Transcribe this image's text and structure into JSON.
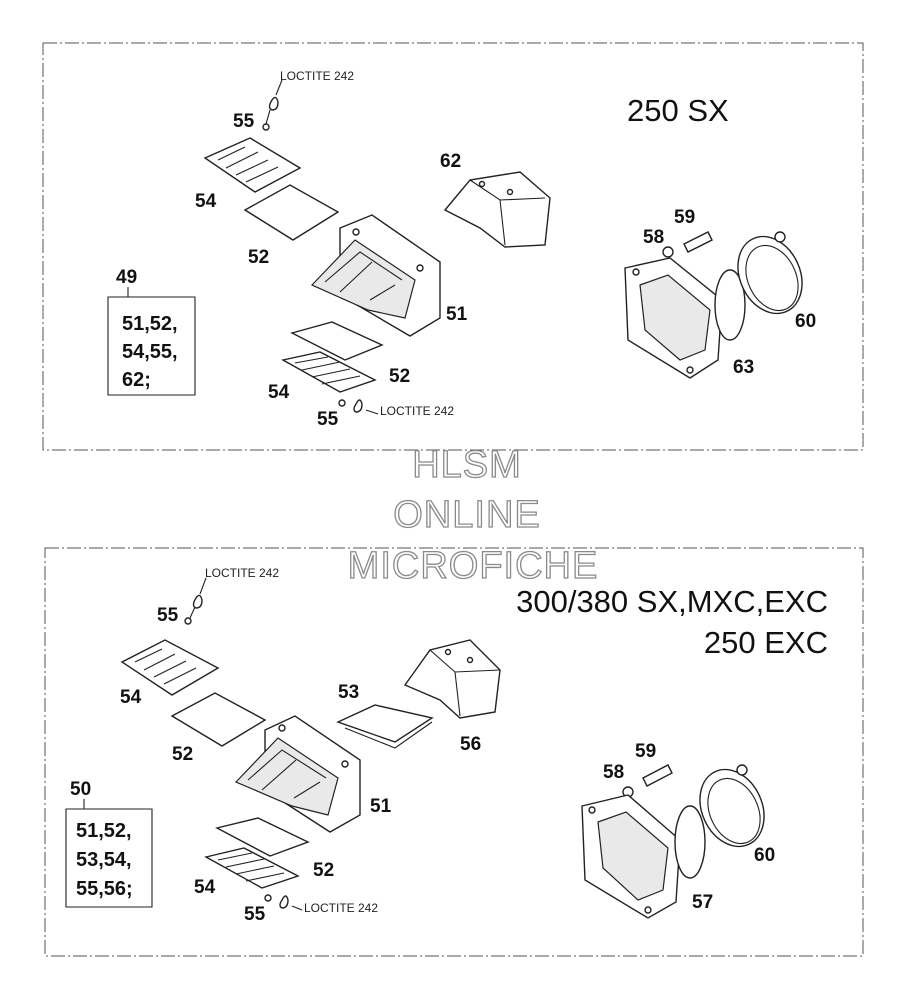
{
  "top_panel": {
    "title": "250 SX",
    "loctite_upper": "LOCTITE 242",
    "loctite_lower": "LOCTITE 242",
    "kit_number": "49",
    "kit_lines": [
      "51,52,",
      "54,55,",
      "62;"
    ],
    "callouts": {
      "c55a": "55",
      "c54a": "54",
      "c52a": "52",
      "c51": "51",
      "c52b": "52",
      "c54b": "54",
      "c55b": "55",
      "c62": "62",
      "c58": "58",
      "c59": "59",
      "c60": "60",
      "c63": "63"
    }
  },
  "watermark": {
    "line1": "HLSM",
    "line2": "ONLINE",
    "line3": "MICROFICHE"
  },
  "bottom_panel": {
    "title_line1": "300/380 SX,MXC,EXC",
    "title_line2": "250 EXC",
    "loctite_upper": "LOCTITE 242",
    "loctite_lower": "LOCTITE 242",
    "kit_number": "50",
    "kit_lines": [
      "51,52,",
      "53,54,",
      "55,56;"
    ],
    "callouts": {
      "c55a": "55",
      "c54a": "54",
      "c52a": "52",
      "c53": "53",
      "c56": "56",
      "c51": "51",
      "c52b": "52",
      "c54b": "54",
      "c55b": "55",
      "c58": "58",
      "c59": "59",
      "c60": "60",
      "c57": "57"
    }
  }
}
